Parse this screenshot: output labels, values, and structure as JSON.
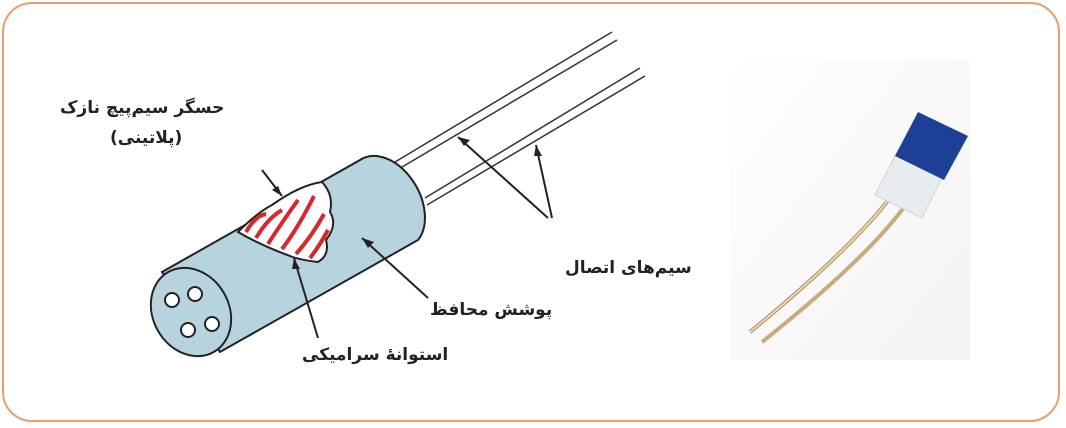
{
  "labels": {
    "heater_line1": "حسگر سیم‌پیچ نازک",
    "heater_line2": "(پلاتینی)",
    "lead_wires": "سیم‌های اتصال",
    "protective_cover": "پوشش محافظ",
    "ceramic_cylinder": "استوانهٔ سرامیکی"
  },
  "colors": {
    "frame": "#e2a06e",
    "cylinder": "#b7d3de",
    "coil": "#d7262c",
    "sensor_blue": "#1d3f96"
  }
}
